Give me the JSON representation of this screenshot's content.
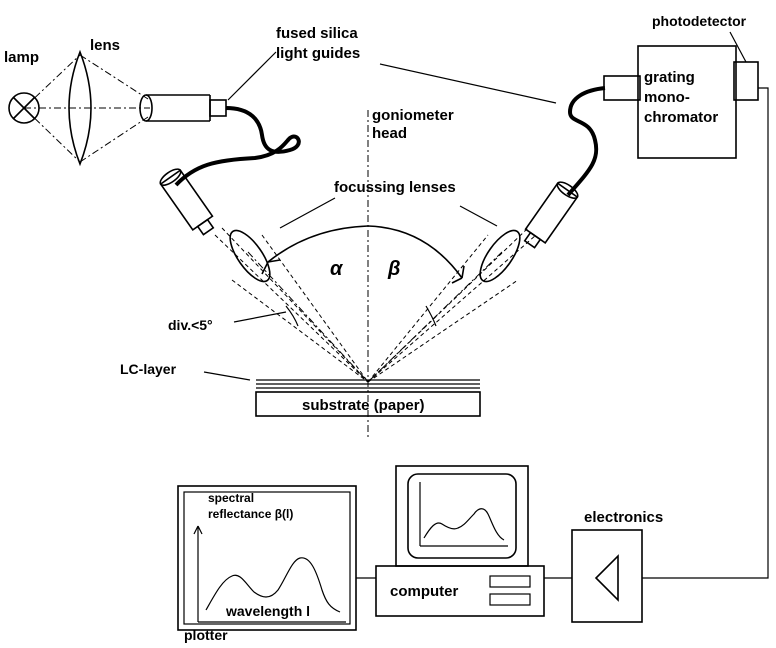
{
  "labels": {
    "lamp": "lamp",
    "lens": "lens",
    "light_guides_line1": "fused silica",
    "light_guides_line2": "light guides",
    "goniometer_line1": "goniometer",
    "goniometer_line2": "head",
    "focussing_lenses": "focussing lenses",
    "alpha": "α",
    "beta": "β",
    "divergence": "div.<5°",
    "lc_layer": "LC-layer",
    "substrate": "substrate (paper)",
    "photodetector": "photodetector",
    "mono_line1": "grating",
    "mono_line2": "mono-",
    "mono_line3": "chromator",
    "electronics": "electronics",
    "computer": "computer",
    "plotter": "plotter",
    "plot_ylabel_line1": "spectral",
    "plot_ylabel_line2": "reflectance β(l)",
    "plot_xlabel": "wavelength l"
  }
}
